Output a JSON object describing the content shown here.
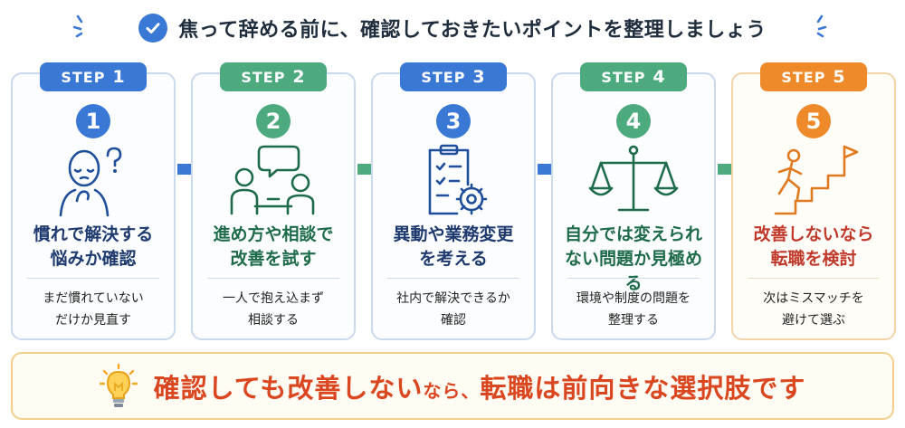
{
  "header": {
    "title": "焦って辞める前に、確認しておきたいポイントを整理しましょう",
    "icon": "check-circle-icon"
  },
  "colors": {
    "blue": "#3a78d6",
    "green": "#4daa7e",
    "orange": "#ef8a2a",
    "navy": "#1f3a6e",
    "dark_green": "#1e6b4a",
    "red": "#c0392b"
  },
  "steps": [
    {
      "tab_prefix": "STEP",
      "tab_number": "1",
      "number": "1",
      "title_line1": "慣れで解決する",
      "title_line2": "悩みか確認",
      "desc_line1": "まだ慣れていない",
      "desc_line2": "だけか見直す",
      "icon": "thinking-person-icon"
    },
    {
      "tab_prefix": "STEP",
      "tab_number": "2",
      "number": "2",
      "title_line1": "進め方や相談で",
      "title_line2": "改善を試す",
      "desc_line1": "一人で抱え込まず",
      "desc_line2": "相談する",
      "icon": "consultation-icon"
    },
    {
      "tab_prefix": "STEP",
      "tab_number": "3",
      "number": "3",
      "title_line1": "異動や業務変更",
      "title_line2": "を考える",
      "desc_line1": "社内で解決できるか",
      "desc_line2": "確認",
      "icon": "clipboard-gear-icon"
    },
    {
      "tab_prefix": "STEP",
      "tab_number": "4",
      "number": "4",
      "title_line1": "自分では変えられ",
      "title_line2": "ない問題か見極める",
      "desc_line1": "環境や制度の問題を",
      "desc_line2": "整理する",
      "icon": "balance-scale-icon"
    },
    {
      "tab_prefix": "STEP",
      "tab_number": "5",
      "number": "5",
      "title_line1": "改善しないなら",
      "title_line2": "転職を検討",
      "desc_line1": "次はミスマッチを",
      "desc_line2": "避けて選ぶ",
      "icon": "stairs-flag-icon"
    }
  ],
  "banner": {
    "part1": "確認しても改善しない",
    "part2": "なら、",
    "part3": "転職は前向きな選択肢です",
    "icon": "light-bulb-icon"
  }
}
